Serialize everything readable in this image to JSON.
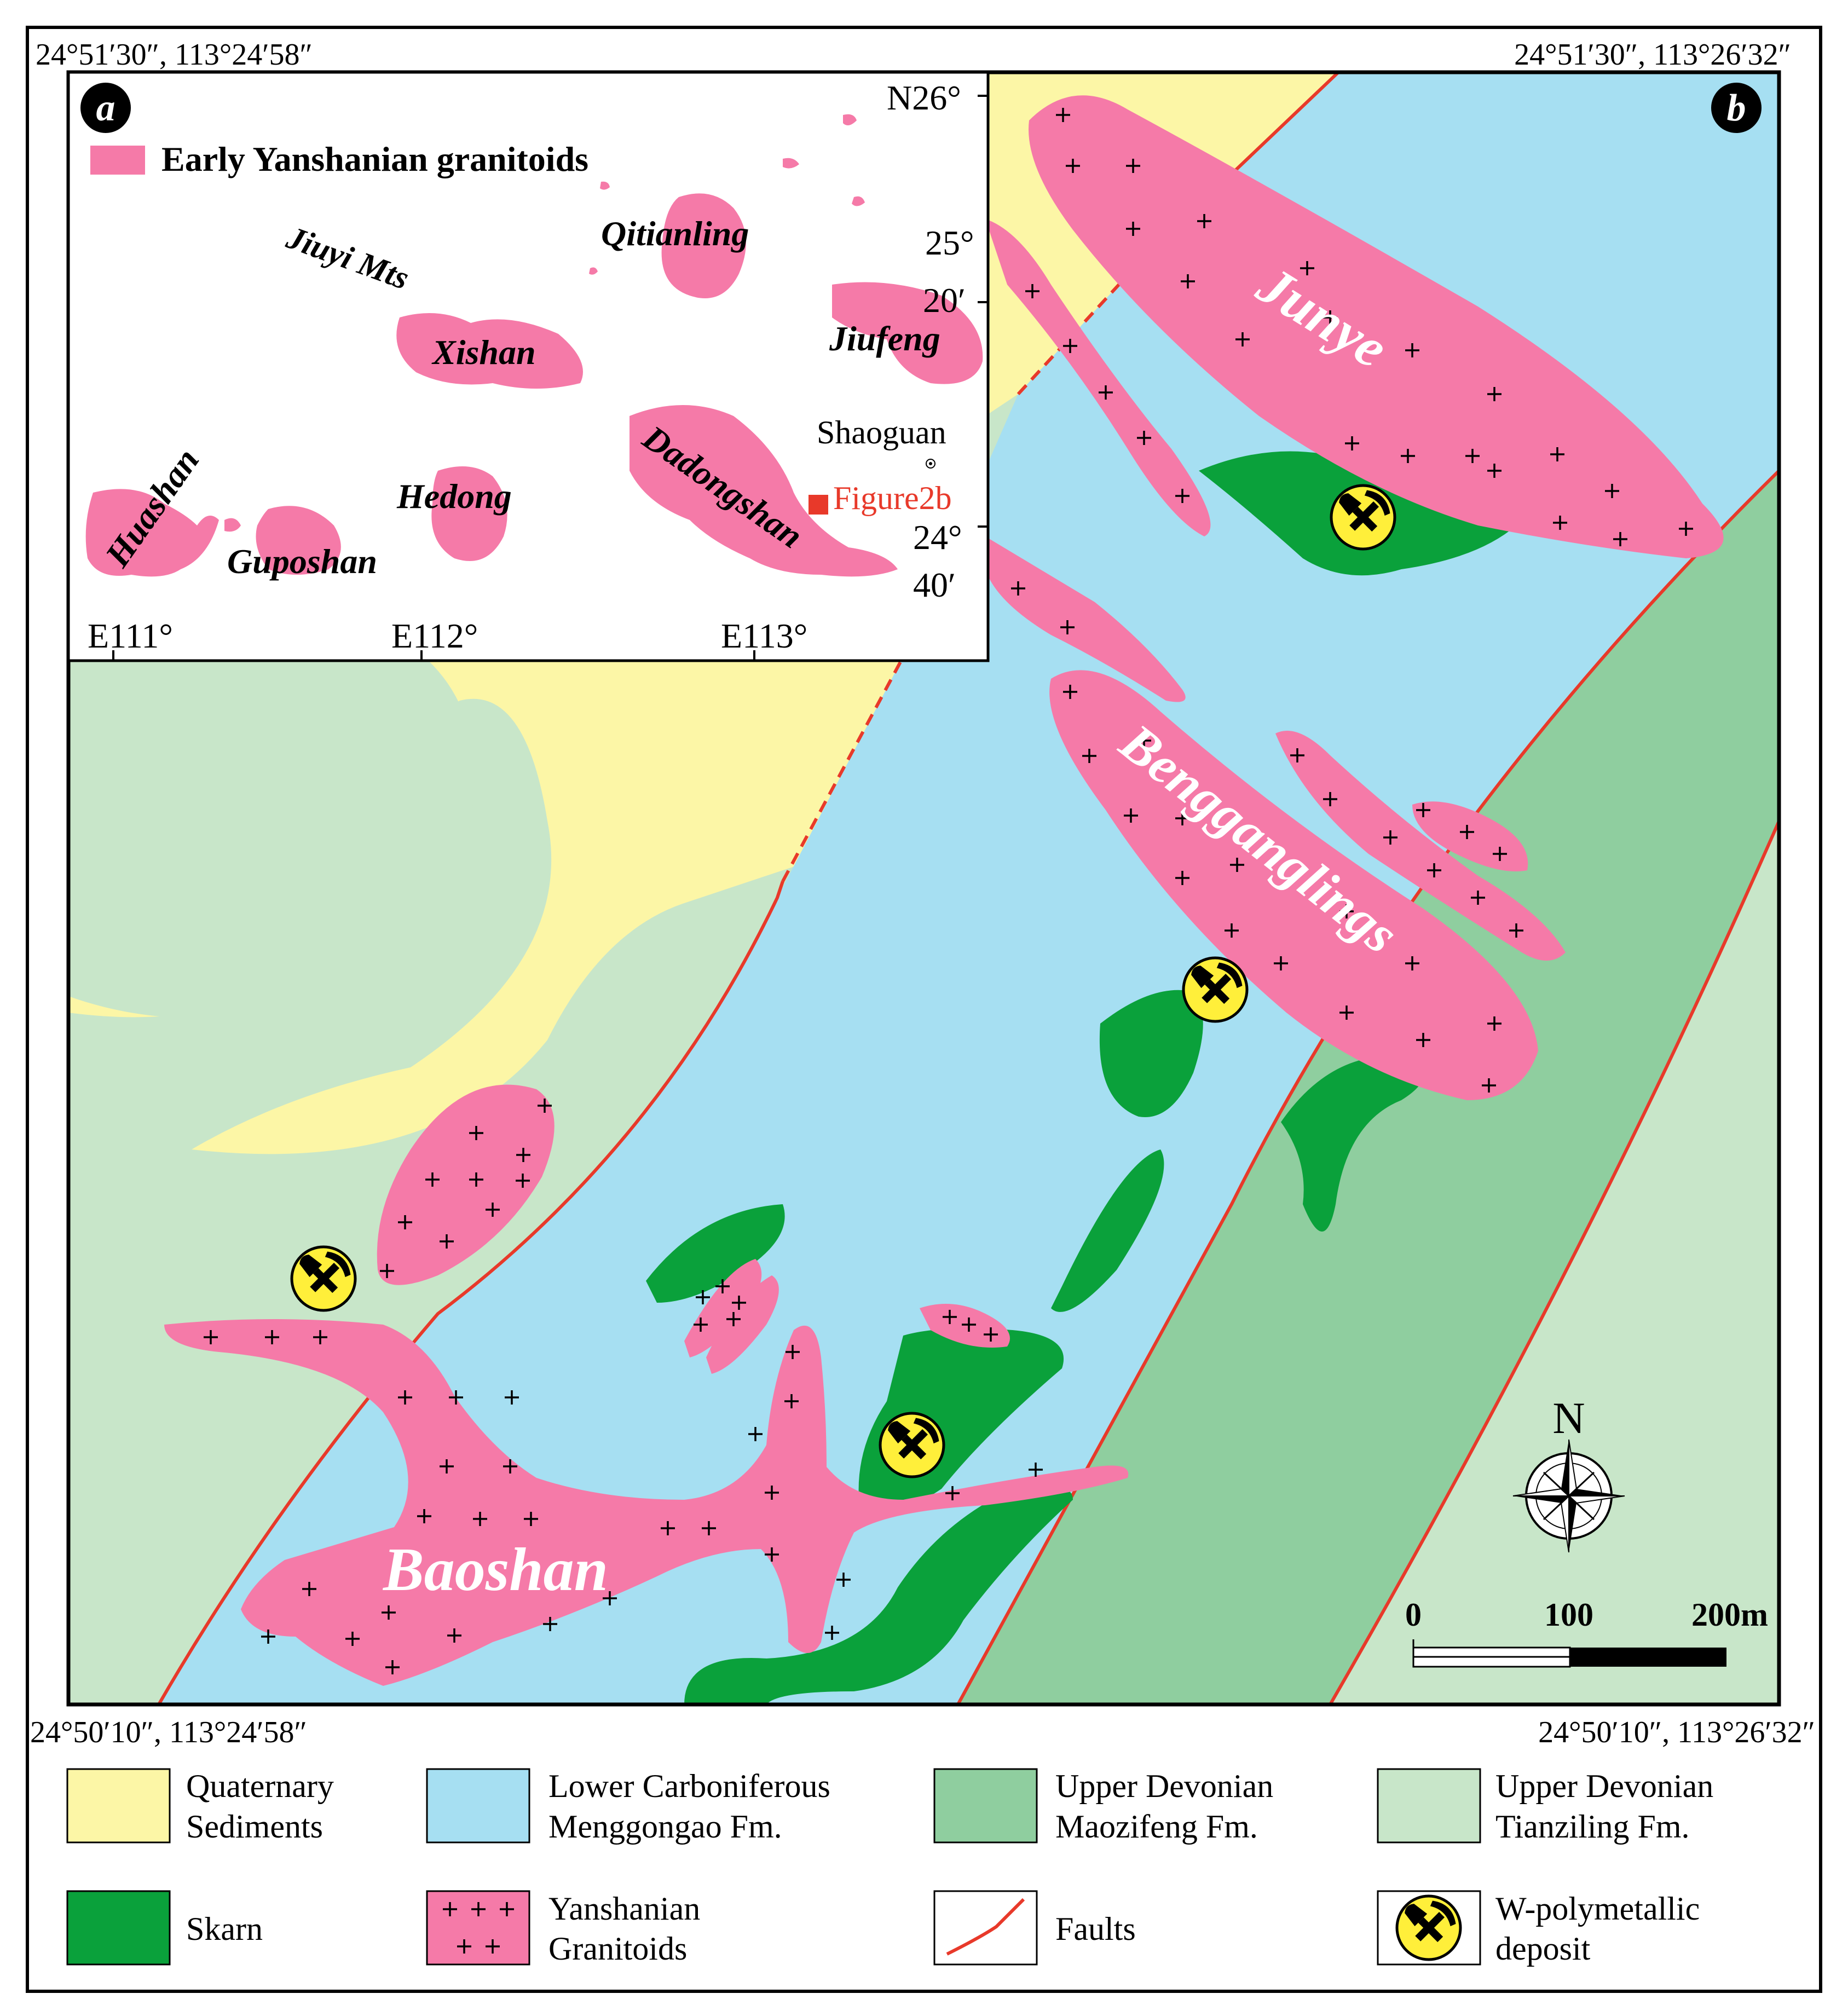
{
  "corners": {
    "top_left": "24°51′30″, 113°24′58″",
    "top_right": "24°51′30″, 113°26′32″",
    "bottom_left": "24°50′10″, 113°24′58″",
    "bottom_right": "24°50′10″, 113°26′32″"
  },
  "panel_labels": {
    "a": "a",
    "b": "b"
  },
  "inset": {
    "legend_label": "Early Yanshanian granitoids",
    "plutons": [
      "Jiuyi Mts",
      "Qitianling",
      "Xishan",
      "Jiufeng",
      "Huashan",
      "Hedong",
      "Dadongshan",
      "Guposhan"
    ],
    "city": "Shaoguan",
    "study_area": "Figure2b",
    "lat_ticks": [
      "N26°",
      "25°",
      "20′",
      "24°",
      "40′"
    ],
    "lon_ticks": [
      "E111°",
      "E112°",
      "E113°"
    ]
  },
  "plutons_main": [
    "Junye",
    "Bengganglings",
    "Baoshan"
  ],
  "north_label": "N",
  "scale": {
    "labels": [
      "0",
      "100",
      "200m"
    ]
  },
  "legend": [
    {
      "line1": "Quaternary",
      "line2": "Sediments",
      "color": "#fcf6a6"
    },
    {
      "line1": "Lower Carboniferous",
      "line2": "Menggongao Fm.",
      "color": "#a6dff2"
    },
    {
      "line1": "Upper Devonian",
      "line2": "Maozifeng Fm.",
      "color": "#8fce9f"
    },
    {
      "line1": "Upper Devonian",
      "line2": "Tianziling Fm.",
      "color": "#c8e6c9"
    },
    {
      "line1": "Skarn",
      "line2": "",
      "color": "#0aa13b"
    },
    {
      "line1": "Yanshanian",
      "line2": "Granitoids",
      "color": "#f57aa8"
    },
    {
      "line1": "Faults",
      "line2": "",
      "color": "#e8392a"
    },
    {
      "line1": "W-polymetallic",
      "line2": "deposit",
      "color": "#ffef3a"
    }
  ]
}
